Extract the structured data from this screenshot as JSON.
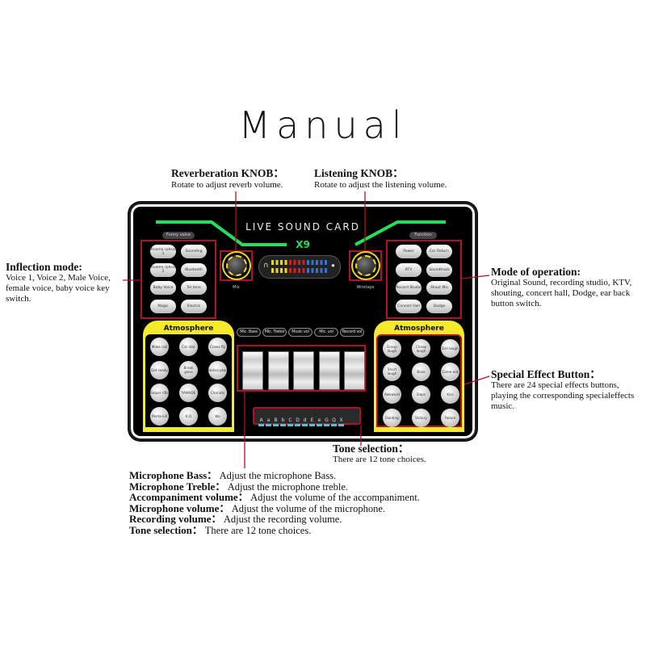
{
  "title": "Manual",
  "annotations": {
    "reverb": {
      "title": "Reverberation KNOB：",
      "text": "Rotate to adjust reverb volume."
    },
    "listening": {
      "title": "Listening KNOB：",
      "text": "Rotate to adjust the listening volume."
    },
    "inflection": {
      "title": "Inflection mode:",
      "lines": [
        "Voice 1, Voice 2, Male Voice,",
        "female voice, baby voice key",
        "switch."
      ]
    },
    "mode": {
      "title": "Mode of operation:",
      "lines": [
        "Original Sound, recording studio, KTV,",
        "shouting, concert hall, Dodge, ear back",
        "button switch."
      ]
    },
    "special": {
      "title": "Special Effect Button：",
      "lines": [
        "There are 24 special effects buttons,",
        "playing the corresponding specialeffects",
        "music."
      ]
    },
    "tone": {
      "title": "Tone selection：",
      "text": "There are 12 tone choices."
    }
  },
  "bottom_list": [
    {
      "term": "Microphone Bass：",
      "desc": "Adjust the microphone Bass."
    },
    {
      "term": "Microphone Treble：",
      "desc": "Adjust the microphone treble."
    },
    {
      "term": "Accompaniment volume：",
      "desc": "Adjust the volume of the accompaniment."
    },
    {
      "term": "Microphone volume：",
      "desc": "Adjust the volume of the microphone."
    },
    {
      "term": "Recording volume：",
      "desc": "Adjust the recording volume."
    },
    {
      "term": "Tone selection：",
      "desc": "There are 12 tone choices."
    }
  ],
  "device": {
    "name": "LIVE SOUND CARD",
    "model": "X9",
    "funny_voice_label": "Funny voice",
    "function_label": "Function",
    "mix_label": "Mix",
    "wiretaps_label": "Wiretaps",
    "voice_buttons": [
      "Anamo rphsis 1",
      "Sounding",
      "Anamo rphsis 2",
      "Bluetooth",
      "Baby Voice",
      "Tel tone",
      "Magic",
      "Electric"
    ],
    "function_buttons": [
      "Power",
      "Ear Return",
      "KTV",
      "Soundtrack",
      "Record Studio",
      "Shout Mic",
      "Concert Hall",
      "Dodge"
    ],
    "atmosphere_label": "Atmosphere",
    "left_effects": [
      "Make call",
      "Car star",
      "Crows fly",
      "Get ready",
      "Break glass",
      "Helico pter",
      "Sniper rifle",
      "YAMADE",
      "Chariots",
      "Penta kill",
      "K.O",
      "Wo"
    ],
    "right_effects": [
      "Group laugh",
      "Cheap laugh",
      "Evil laugh",
      "Short laugh",
      "Boos",
      "Come out",
      "Awkward",
      "Slaps",
      "Kiss",
      "Fainting",
      "Victory",
      "Failure"
    ],
    "slider_labels": [
      "Mic. Bass",
      "Mic. Treble",
      "Music vol",
      "Mic. vol",
      "Record vol"
    ],
    "tones": [
      "A",
      "a",
      "B",
      "b",
      "C",
      "D",
      "d",
      "E",
      "e",
      "G",
      "Q",
      "X"
    ],
    "colors": {
      "accent_green": "#22e05a",
      "yellow": "#f4e92a",
      "callout_red": "#b0102a",
      "tone_led": "#2bd4e0"
    }
  }
}
